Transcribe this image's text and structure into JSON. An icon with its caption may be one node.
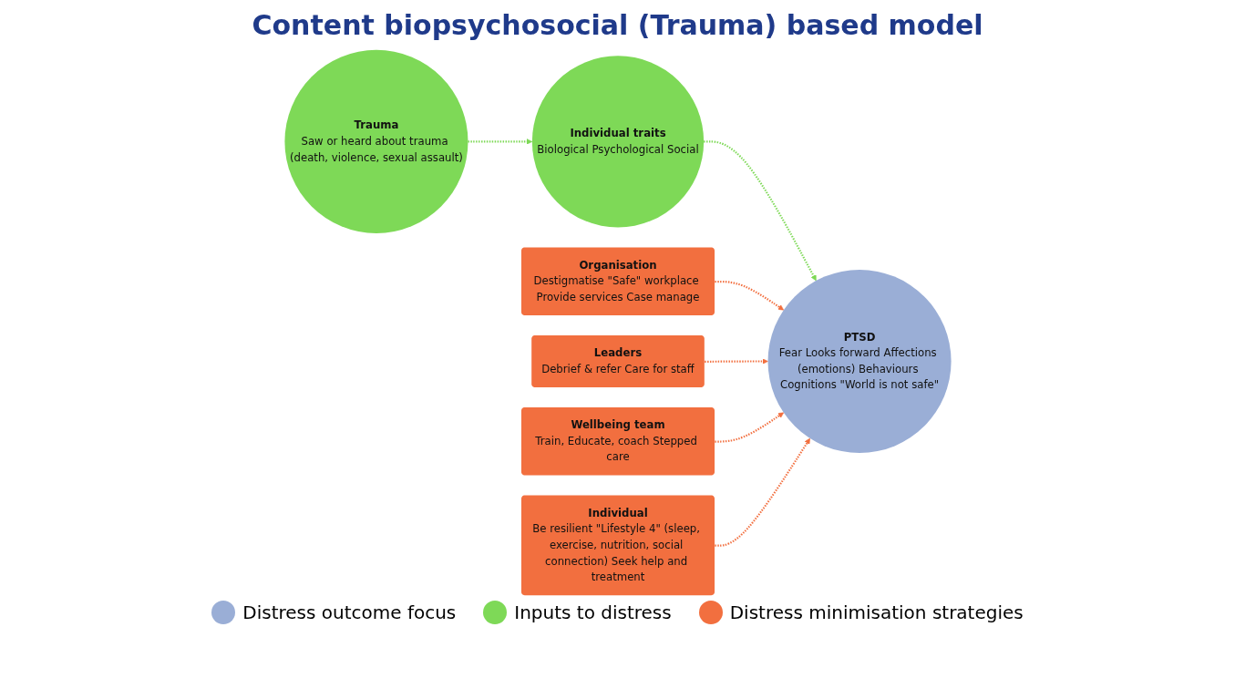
{
  "diagram": {
    "title": "Content biopsychosocial (Trauma) based model",
    "nodes": [
      {
        "text": [
          "Individual traits",
          "Biological Psychological Social"
        ]
      },
      {
        "text": [
          "PTSD",
          "Fear Looks forward Affections (emotions) Behaviours Cognitions \"World is not safe\""
        ]
      },
      {
        "text": [
          "Trauma",
          "Saw or heard about trauma (death, violence, sexual assault)"
        ]
      },
      {
        "text": [
          "Organisation",
          "Destigmatise \"Safe\" workplace Provide services Case manage"
        ]
      },
      {
        "text": [
          "Leaders",
          "Debrief & refer Care for staff"
        ]
      },
      {
        "text": [
          "Wellbeing team",
          "Train, Educate, coach Stepped care"
        ]
      },
      {
        "text": [
          "Individual",
          "Be resilient \"Lifestyle 4\" (sleep, exercise, nutrition, social connection) Seek help and treatment"
        ]
      }
    ],
    "edges": [
      {
        "from": 2,
        "to": 0,
        "arrow": "to",
        "style": "dashed",
        "color": "#7ed957"
      },
      {
        "from": 0,
        "to": 1,
        "arrow": "to",
        "style": "dashed",
        "color": "#7ed957"
      },
      {
        "from": 3,
        "to": 1,
        "arrow": "to",
        "style": "dashed"
      },
      {
        "from": 4,
        "to": 1,
        "arrow": "to",
        "style": "dashed"
      },
      {
        "from": 5,
        "to": 1,
        "arrow": "to",
        "style": "dashed"
      },
      {
        "from": 6,
        "to": 1,
        "arrow": "to",
        "style": "dashed"
      }
    ],
    "legend": [
      {
        "text": "Distress outcome focus",
        "color": "#9aaed6"
      },
      {
        "text": "Inputs to distress",
        "color": "#7ed957"
      },
      {
        "text": "Distress minimisation strategies",
        "color": "#f26f3f"
      }
    ]
  }
}
